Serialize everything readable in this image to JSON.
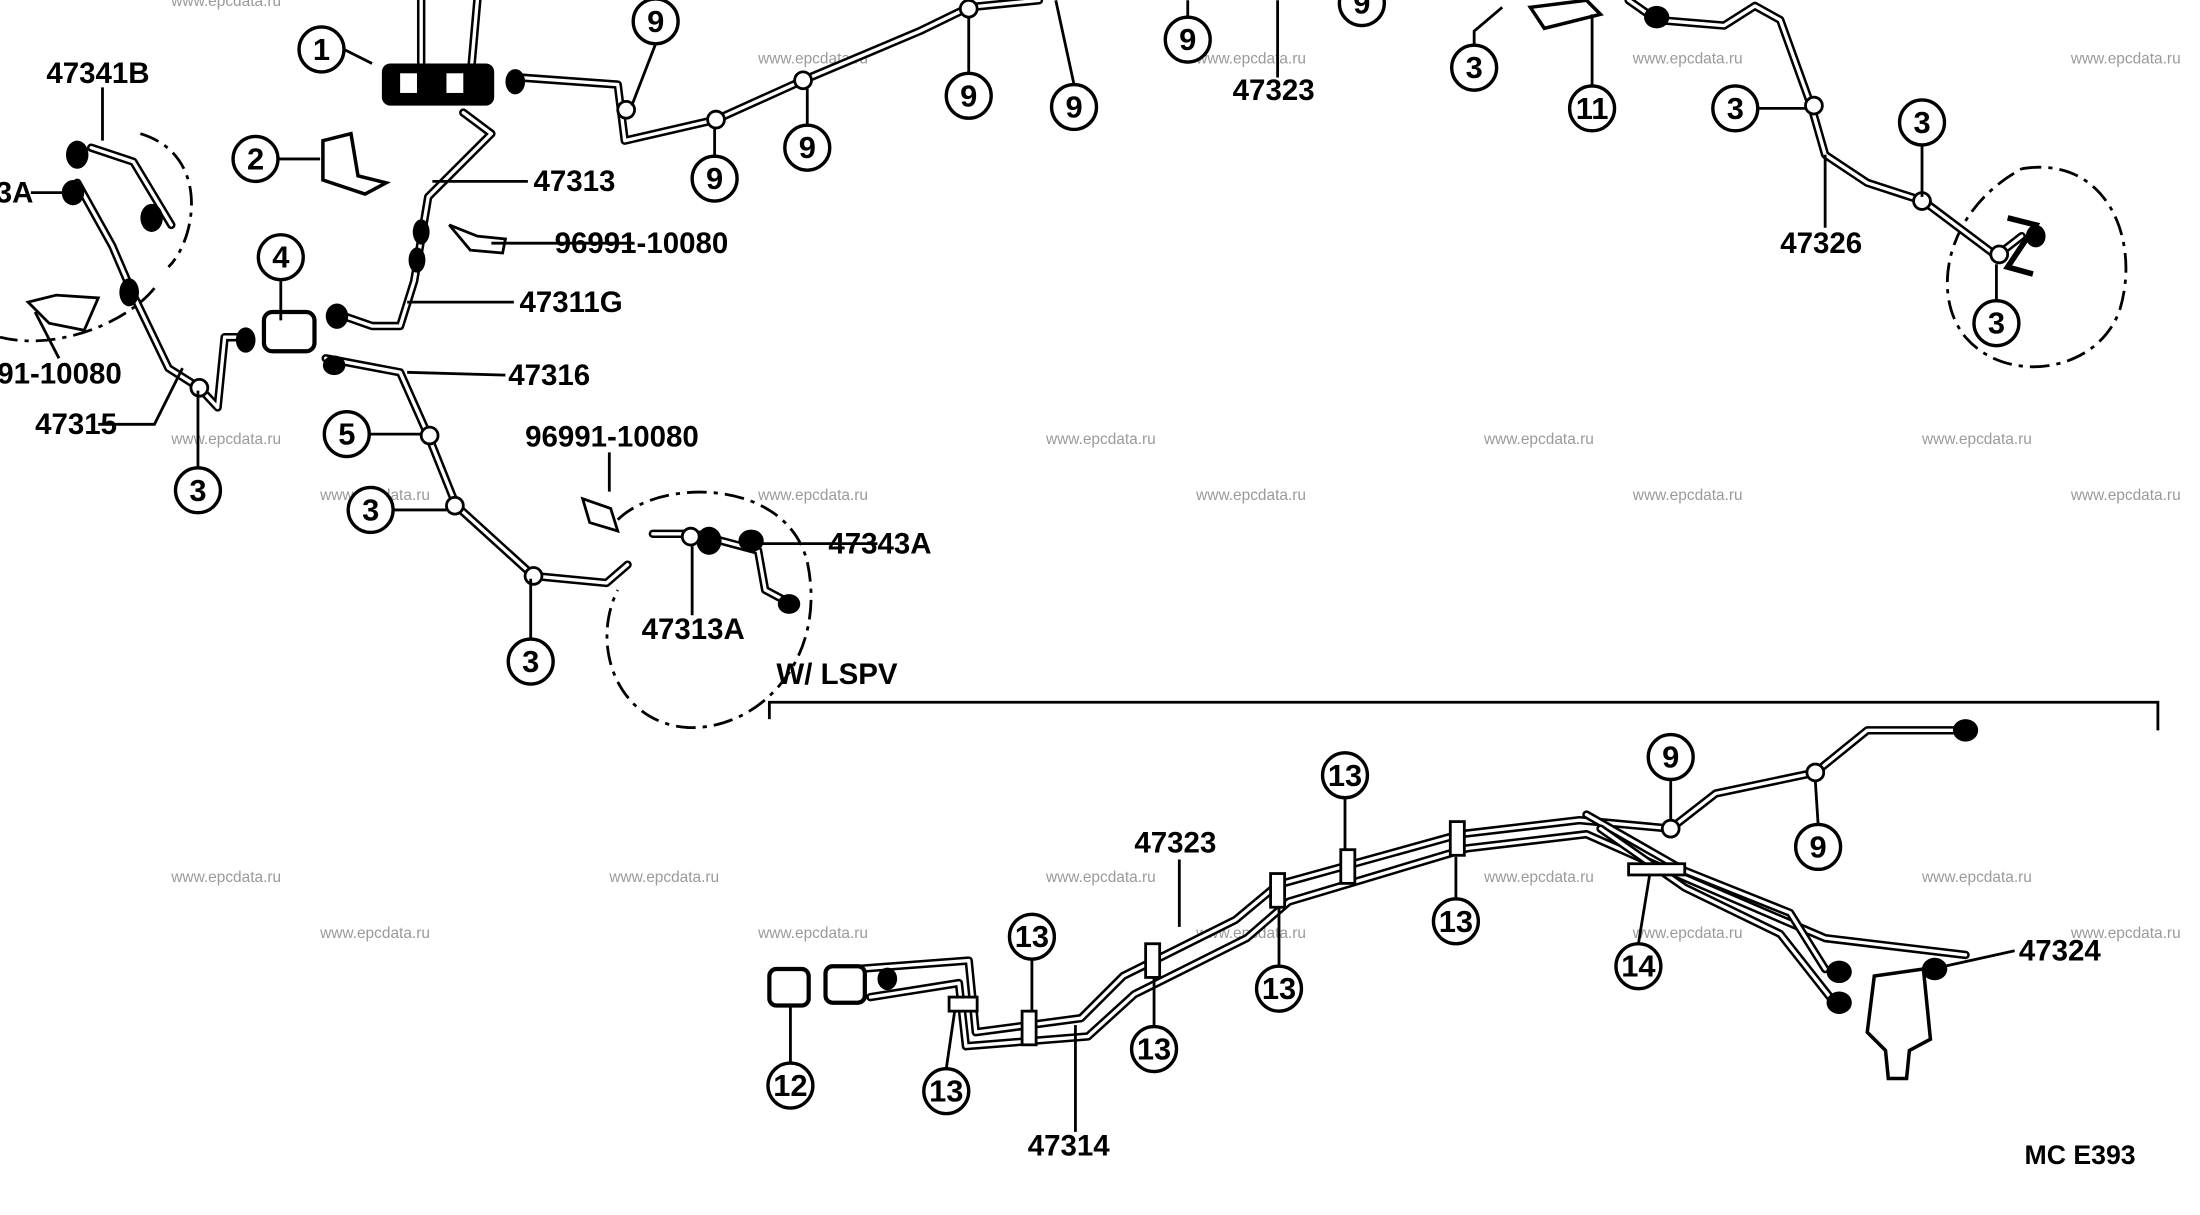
{
  "watermark": "www.epcdata.ru",
  "part_numbers": [
    "47341B",
    "3A",
    "47313",
    "96991-10080",
    "47311G",
    "47316",
    "91-10080",
    "47315",
    "96991-10080",
    "47343A",
    "47313A",
    "47323",
    "47326",
    "W/ LSPV",
    "47323",
    "47324",
    "47314",
    "MC  E393"
  ],
  "callouts": [
    "1",
    "2",
    "4",
    "3",
    "5",
    "3",
    "3",
    "9",
    "9",
    "9",
    "9",
    "9",
    "9",
    "9",
    "3",
    "11",
    "3",
    "3",
    "3",
    "9",
    "9",
    "13",
    "13",
    "13",
    "13",
    "13",
    "13",
    "12",
    "14"
  ]
}
